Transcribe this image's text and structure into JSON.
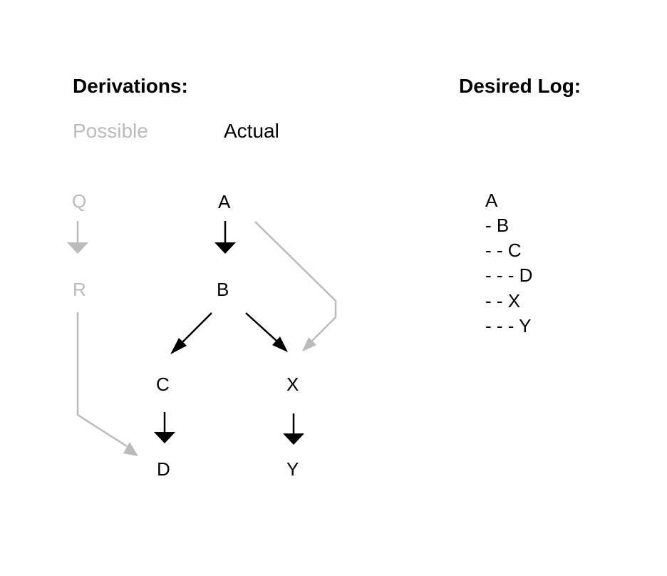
{
  "colors": {
    "actual": "#000000",
    "possible": "#bbbbbb",
    "background": "#ffffff"
  },
  "headings": {
    "derivations": "Derivations:",
    "desired_log": "Desired Log:"
  },
  "columns": {
    "possible": "Possible",
    "actual": "Actual"
  },
  "nodes": {
    "Q": "Q",
    "R": "R",
    "A": "A",
    "B": "B",
    "C": "C",
    "X": "X",
    "D": "D",
    "Y": "Y"
  },
  "edges": [
    {
      "from": "Q",
      "to": "R",
      "kind": "possible"
    },
    {
      "from": "A",
      "to": "B",
      "kind": "actual"
    },
    {
      "from": "B",
      "to": "C",
      "kind": "actual"
    },
    {
      "from": "B",
      "to": "X",
      "kind": "actual"
    },
    {
      "from": "C",
      "to": "D",
      "kind": "actual"
    },
    {
      "from": "X",
      "to": "Y",
      "kind": "actual"
    },
    {
      "from": "A",
      "to": "X",
      "kind": "possible"
    },
    {
      "from": "R",
      "to": "D",
      "kind": "possible"
    }
  ],
  "log": [
    "A",
    "- B",
    "- - C",
    "- - - D",
    "- - X",
    "- - - Y"
  ]
}
